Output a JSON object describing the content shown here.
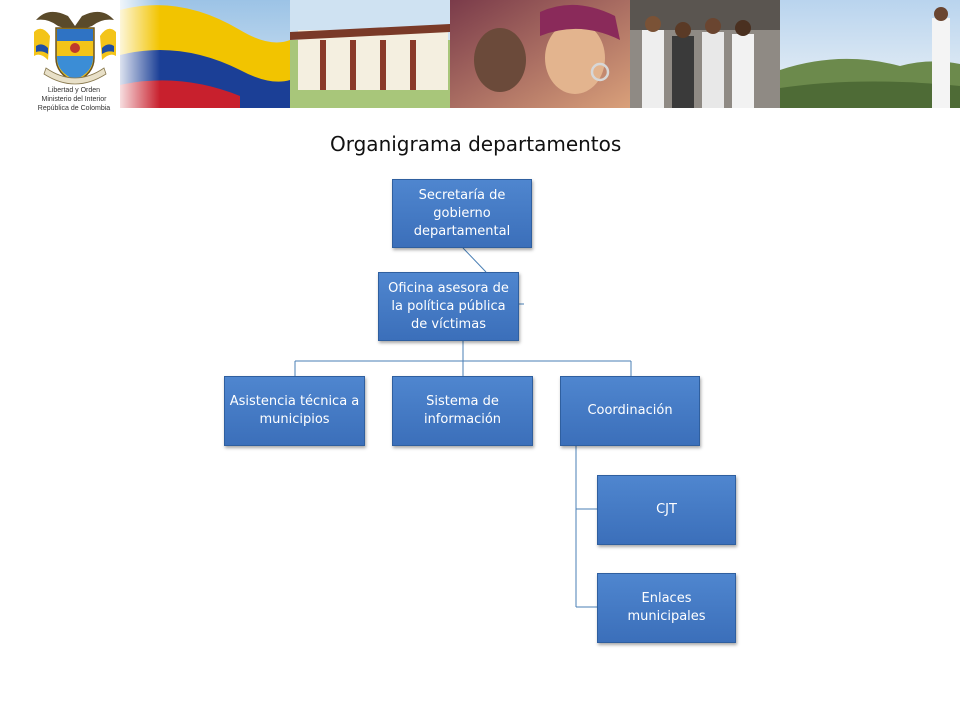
{
  "header": {
    "logo_caption_lines": [
      "Libertad y Orden",
      "Ministerio del Interior",
      "República de Colombia"
    ]
  },
  "title": "Organigrama departamentos",
  "org": {
    "root": "Secretaría de gobierno departamental",
    "office": "Oficina asesora de la política pública de víctimas",
    "children": [
      "Asistencia técnica a municipios",
      "Sistema de información",
      "Coordinación"
    ],
    "coordination_children": [
      "CJT",
      "Enlaces municipales"
    ]
  },
  "colors": {
    "node_fill": "#4a7fc6",
    "connector": "#4a7fb5"
  }
}
